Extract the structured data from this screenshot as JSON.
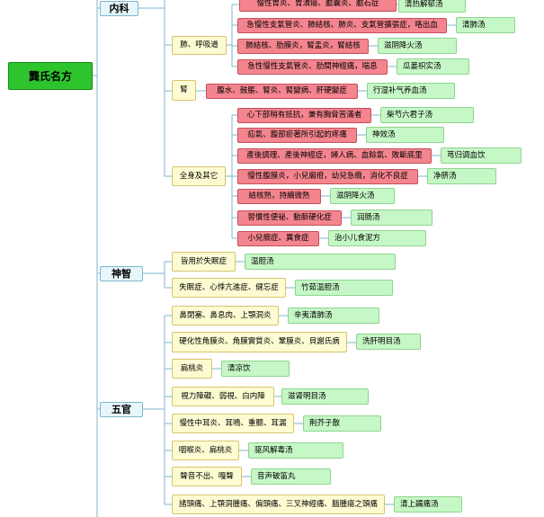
{
  "root": {
    "label": "龔氏名方"
  },
  "categories": [
    {
      "key": "neike",
      "label": "内科"
    },
    {
      "key": "shenzhi",
      "label": "神智"
    },
    {
      "key": "wuguan",
      "label": "五官"
    }
  ],
  "groups": [
    {
      "key": "lung",
      "label": "肺、呼吸道"
    },
    {
      "key": "kidney",
      "label": "腎"
    },
    {
      "key": "body",
      "label": "全身及其它"
    },
    {
      "key": "insomnia",
      "label": "皆用於失眠症"
    },
    {
      "key": "neuro",
      "label": "失眠症、心悸亢進症、健忘症"
    },
    {
      "key": "nose",
      "label": "鼻閉塞、鼻息肉、上顎洞炎"
    },
    {
      "key": "cornea",
      "label": "硬化性角膜炎、角膜實質炎、鞏膜炎、貝謝氏病"
    },
    {
      "key": "tonsil",
      "label": "扁桃炎"
    },
    {
      "key": "eye",
      "label": "視力障礙、弱視、白内障"
    },
    {
      "key": "ear",
      "label": "慢性中耳炎、耳鳴、重聽、耳漏"
    },
    {
      "key": "throat",
      "label": "咽喉炎、扁桃炎"
    },
    {
      "key": "voice",
      "label": "聲音不出、嘎聲"
    },
    {
      "key": "pain",
      "label": "諸頭痛、上顎洞腫痛、偏頭痛、三叉神經痛、腦腫瘍之頭痛"
    }
  ],
  "symptoms": [
    {
      "key": "s0",
      "label": "慢性胃炎、胃潰瘍、膽囊炎、膽石症"
    },
    {
      "key": "s1",
      "label": "急慢性支氣管炎、肺結核、肺炎、支氣管擴張症，咯出血"
    },
    {
      "key": "s2",
      "label": "肺結核、肋膜炎，腎盂炎，腎結核"
    },
    {
      "key": "s3",
      "label": "急性慢性支氣管炎、肋間神經痛，喘息"
    },
    {
      "key": "s4",
      "label": "腹水、鼓脹、腎炎、腎變病、肝硬變症"
    },
    {
      "key": "s5",
      "label": "心下部稍有抵抗，兼有胸脅苦滿者"
    },
    {
      "key": "s6",
      "label": "疝氣、腹部瘀著所引起的疼痛"
    },
    {
      "key": "s7",
      "label": "產後調理、產後神經症，婦人病、血餘氣、敗斷底里"
    },
    {
      "key": "s8",
      "label": "慢性腹膜炎，小兒廟疳，幼兒急癇，消化不良症"
    },
    {
      "key": "s9",
      "label": "結核熱，持續微熱"
    },
    {
      "key": "s10",
      "label": "習慣性便祕、動脈硬化症"
    },
    {
      "key": "s11",
      "label": "小兒癇症、異食症"
    }
  ],
  "remedies": [
    {
      "key": "r0",
      "label": "清热解郁汤"
    },
    {
      "key": "r1",
      "label": "清肺汤"
    },
    {
      "key": "r2",
      "label": "滋阴降火汤"
    },
    {
      "key": "r3",
      "label": "瓜蒌枳实汤"
    },
    {
      "key": "r4",
      "label": "行湿补气养血汤"
    },
    {
      "key": "r5",
      "label": "柴芍六君子汤"
    },
    {
      "key": "r6",
      "label": "神效汤"
    },
    {
      "key": "r7",
      "label": "芎归调血饮"
    },
    {
      "key": "r8",
      "label": "净脐汤"
    },
    {
      "key": "r9",
      "label": "滋阴降火汤"
    },
    {
      "key": "r10",
      "label": "润肠汤"
    },
    {
      "key": "r11",
      "label": "治小儿食泥方"
    },
    {
      "key": "r12",
      "label": "温胆汤"
    },
    {
      "key": "r13",
      "label": "竹茹温胆汤"
    },
    {
      "key": "r14",
      "label": "辛夷清肺汤"
    },
    {
      "key": "r15",
      "label": "洗肝明目汤"
    },
    {
      "key": "r16",
      "label": "清凉饮"
    },
    {
      "key": "r17",
      "label": "滋肾明目汤"
    },
    {
      "key": "r18",
      "label": "荆芥子散"
    },
    {
      "key": "r19",
      "label": "驱风解毒汤"
    },
    {
      "key": "r20",
      "label": "音声破笛丸"
    },
    {
      "key": "r21",
      "label": "清上蠲痛汤"
    }
  ],
  "colors": {
    "root": "#2ec42e",
    "category": "#e6f6fb",
    "group": "#fdfbd2",
    "symptom": "#f4848e",
    "remedy": "#c6f7c6",
    "line": "#7fb6cc"
  }
}
